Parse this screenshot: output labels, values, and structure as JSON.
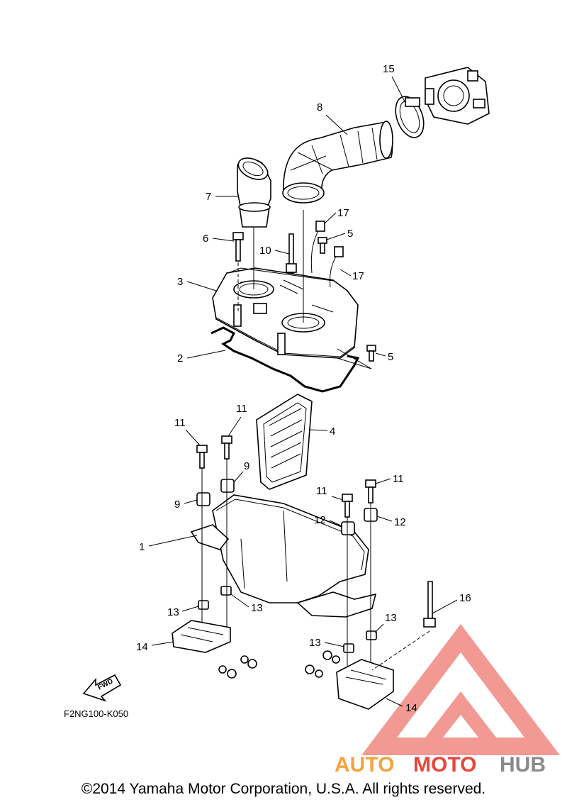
{
  "diagram_code": "F2NG100-K050",
  "fwd_label": "FWD",
  "copyright": "©2014 Yamaha Motor Corporation, U.S.A. All rights reserved.",
  "watermark": {
    "text_auto": "AUTO",
    "text_moto": "MOTO",
    "text_hub": "HUB",
    "color_red": "#e8463c",
    "color_orange": "#f5a33c",
    "color_grey": "#8a8a8a"
  },
  "callouts": [
    "1",
    "2",
    "3",
    "4",
    "5",
    "5",
    "6",
    "7",
    "8",
    "9",
    "9",
    "10",
    "11",
    "11",
    "11",
    "11",
    "12",
    "12",
    "13",
    "13",
    "13",
    "13",
    "14",
    "14",
    "15",
    "16",
    "17",
    "17"
  ]
}
